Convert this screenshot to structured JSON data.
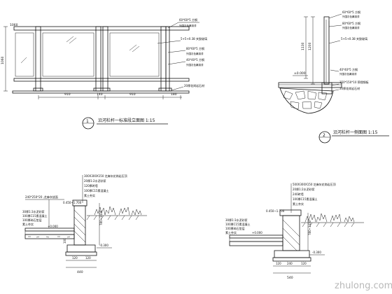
{
  "view1": {
    "title": "沿河栏杆一标准段立面图 1:15",
    "number": "1",
    "dims": {
      "top_left": "1060",
      "height": "1060",
      "bay_left": "910",
      "post_gap": "140",
      "bay_right": "910",
      "end": "180"
    },
    "callouts": [
      {
        "spec": "60*60*5 方钢",
        "note": "外围灰色氟碳漆"
      },
      {
        "spec": "5+5+0.38 夹胶玻璃",
        "note": ""
      },
      {
        "spec": "80*60*5 方钢",
        "note": "外围灰色氟碳漆"
      },
      {
        "spec": "40*40*5 方钢",
        "note": "外围灰色氟碳漆"
      },
      {
        "spec": "20厚花岗岩石材",
        "note": ""
      }
    ]
  },
  "view2": {
    "title": "沿河栏杆一侧面图 1:15",
    "number": "2",
    "dims": {
      "upper": "1130",
      "total": "1200"
    },
    "level": "±0.000",
    "callouts_top": [
      {
        "spec": "60*60*5 方钢",
        "note": "外围灰色氟碳漆"
      },
      {
        "spec": "80*60*5 方钢",
        "note": "外围灰色氟碳漆"
      },
      {
        "spec": "5+5+0.38 夹胶玻璃",
        "note": ""
      }
    ],
    "callouts_bottom": [
      {
        "spec": "40*40*5 方钢",
        "note": "外围灰色氟碳漆"
      },
      {
        "spec": "150*150*10 预埋钢板",
        "note": ""
      },
      {
        "spec": "20厚花岗岩石材",
        "note": ""
      }
    ]
  },
  "view3": {
    "notes": [
      "300X300X150 芝麻灰花岗岩压顶",
      "20厚1:2水泥砂浆",
      "120厚砖墙",
      "100厚C15素混凝土",
      "素土夯实"
    ],
    "left_notes": [
      "240*250*20 ,芝麻灰烧面",
      "30厚1:3水泥砂浆",
      "100厚C15素混凝土",
      "100厚碎石垫层",
      "素土夯实"
    ],
    "levels": [
      "0.450~1.700",
      "+0.000",
      "-0.300"
    ],
    "dims": {
      "height": "780~1430",
      "h2": "100",
      "w1": "120",
      "w2": "120",
      "bottom": "440"
    }
  },
  "view4": {
    "notes": [
      "500X300X150 芝麻灰花岗岩压顶",
      "20厚1:2水泥砂浆",
      "240砖墙",
      "100厚C15素混凝土",
      "素土夯实"
    ],
    "left_notes": [
      "30厚1:3水泥砂浆",
      "100厚C15素混凝土",
      "100厚碎石垫层",
      "素土夯实"
    ],
    "levels": [
      "0.450~1.700",
      "+0.000",
      "-0.300"
    ],
    "dims": {
      "height": "780~1430",
      "w1": "120",
      "w2": "240",
      "w3": "120",
      "bottom": "540"
    }
  },
  "watermark": "zhulong.com"
}
